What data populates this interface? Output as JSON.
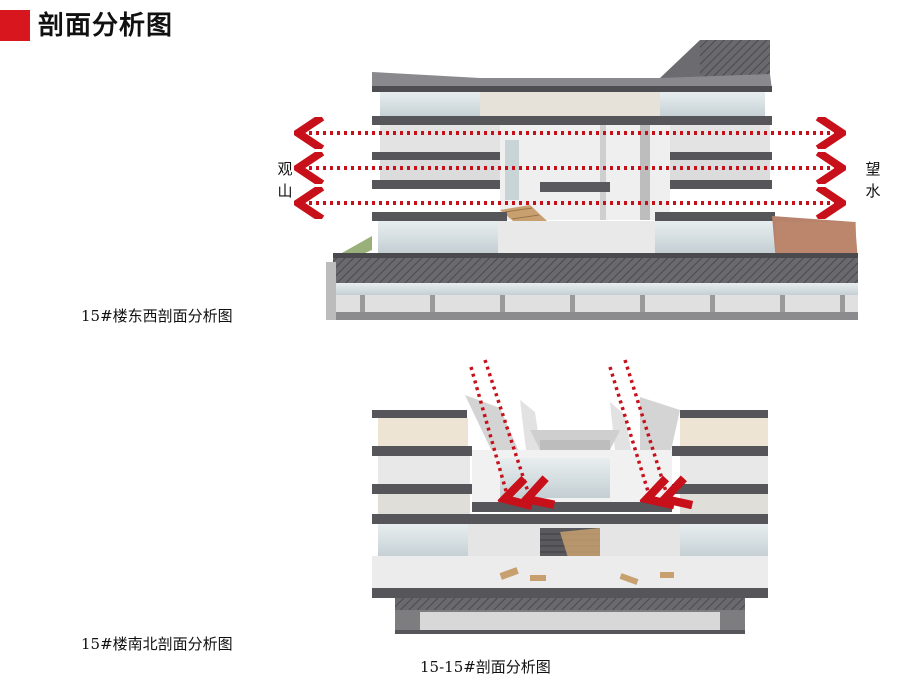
{
  "header": {
    "title": "剖面分析图",
    "accent_color": "#d7161e"
  },
  "sections": {
    "east_west": {
      "caption": "15#楼东西剖面分析图",
      "left_label": [
        "观",
        "山"
      ],
      "right_label": [
        "望",
        "水"
      ]
    },
    "north_south": {
      "caption": "15#楼南北剖面分析图"
    },
    "section_15": {
      "caption": "15-15#剖面分析图"
    }
  },
  "colors": {
    "arrow": "#c8101a",
    "slab": "#5a5a5e",
    "wall": "#d9d9d9",
    "wood": "#c8a070",
    "glass": "#cfd9dc"
  }
}
